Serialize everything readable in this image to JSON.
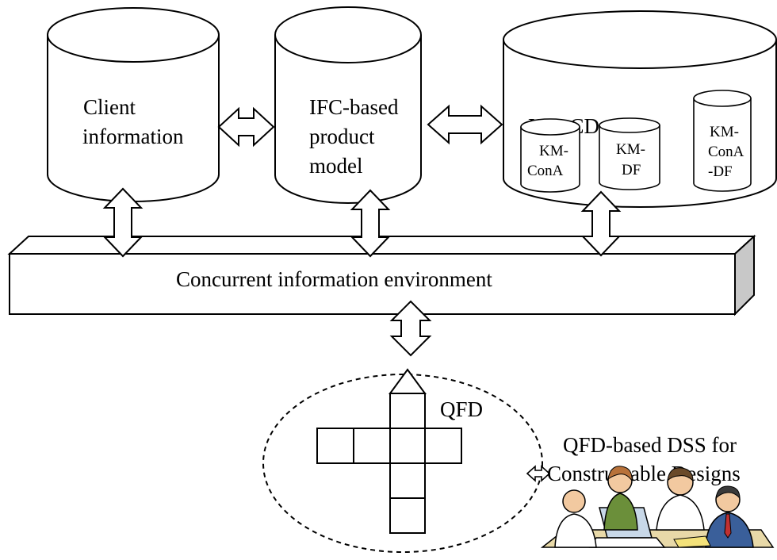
{
  "diagram": {
    "databases": {
      "client": [
        "Client",
        "information"
      ],
      "product": [
        "IFC-based",
        "product",
        "model"
      ],
      "kmcd": "KM-CD-QFD",
      "kmcona": [
        "KM-",
        "ConA"
      ],
      "kmdf": [
        "KM-",
        "DF"
      ],
      "kmconadf": [
        "KM-",
        "ConA",
        "-DF"
      ]
    },
    "environment_label": "Concurrent information environment",
    "qfd_label": "QFD",
    "dss_label": [
      "QFD-based DSS for",
      "Constructable Designs"
    ]
  },
  "colors": {
    "stroke": "#000000",
    "fill": "#ffffff",
    "bar_shade": "#c8c8c8",
    "bar_top": "#ffffff"
  }
}
